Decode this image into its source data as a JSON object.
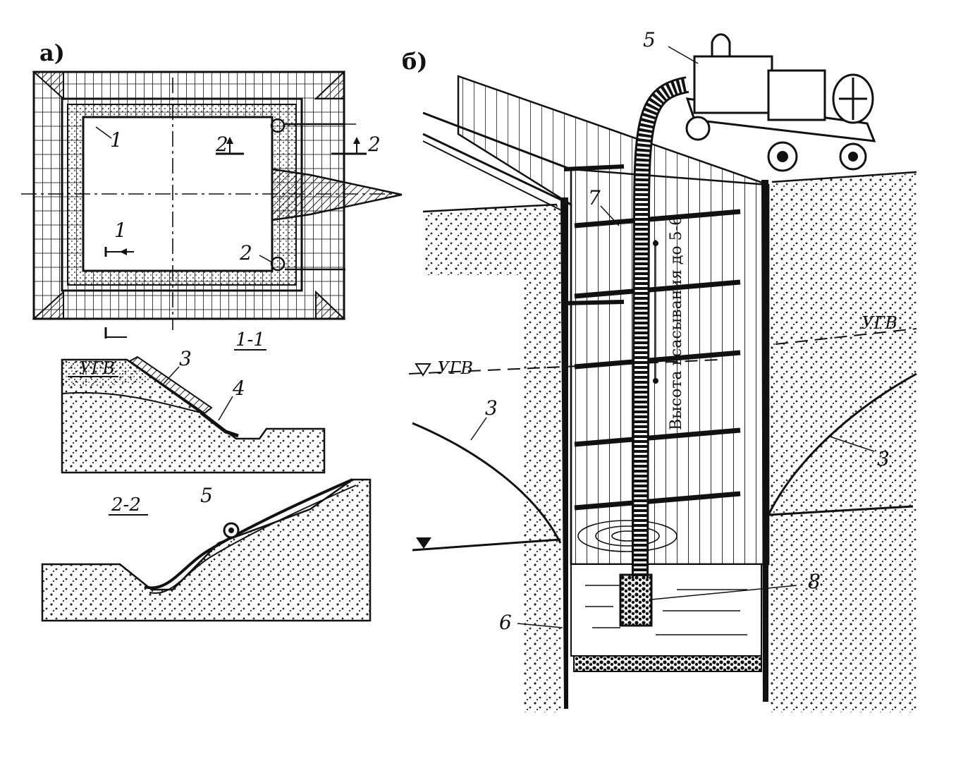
{
  "panel_a": {
    "label": "а)",
    "plan_callouts": [
      "1",
      "2",
      "1",
      "2",
      "2"
    ],
    "section_1_1": {
      "title": "1-1",
      "water_level": "УГВ",
      "callouts": [
        "3",
        "4"
      ]
    },
    "section_2_2": {
      "title": "2-2",
      "callouts": [
        "5"
      ]
    }
  },
  "panel_b": {
    "label": "б)",
    "callouts": {
      "pump": "5",
      "struts": "7",
      "drawdown_left": "3",
      "drawdown_right": "3",
      "sheet_pile": "6",
      "suction_strainer": "8"
    },
    "water_level_left": "УГВ",
    "water_level_right": "УГВ",
    "suction_height_note": "Высота всасывания до 5-6"
  },
  "colors": {
    "ink": "#111111",
    "paper": "#ffffff"
  }
}
